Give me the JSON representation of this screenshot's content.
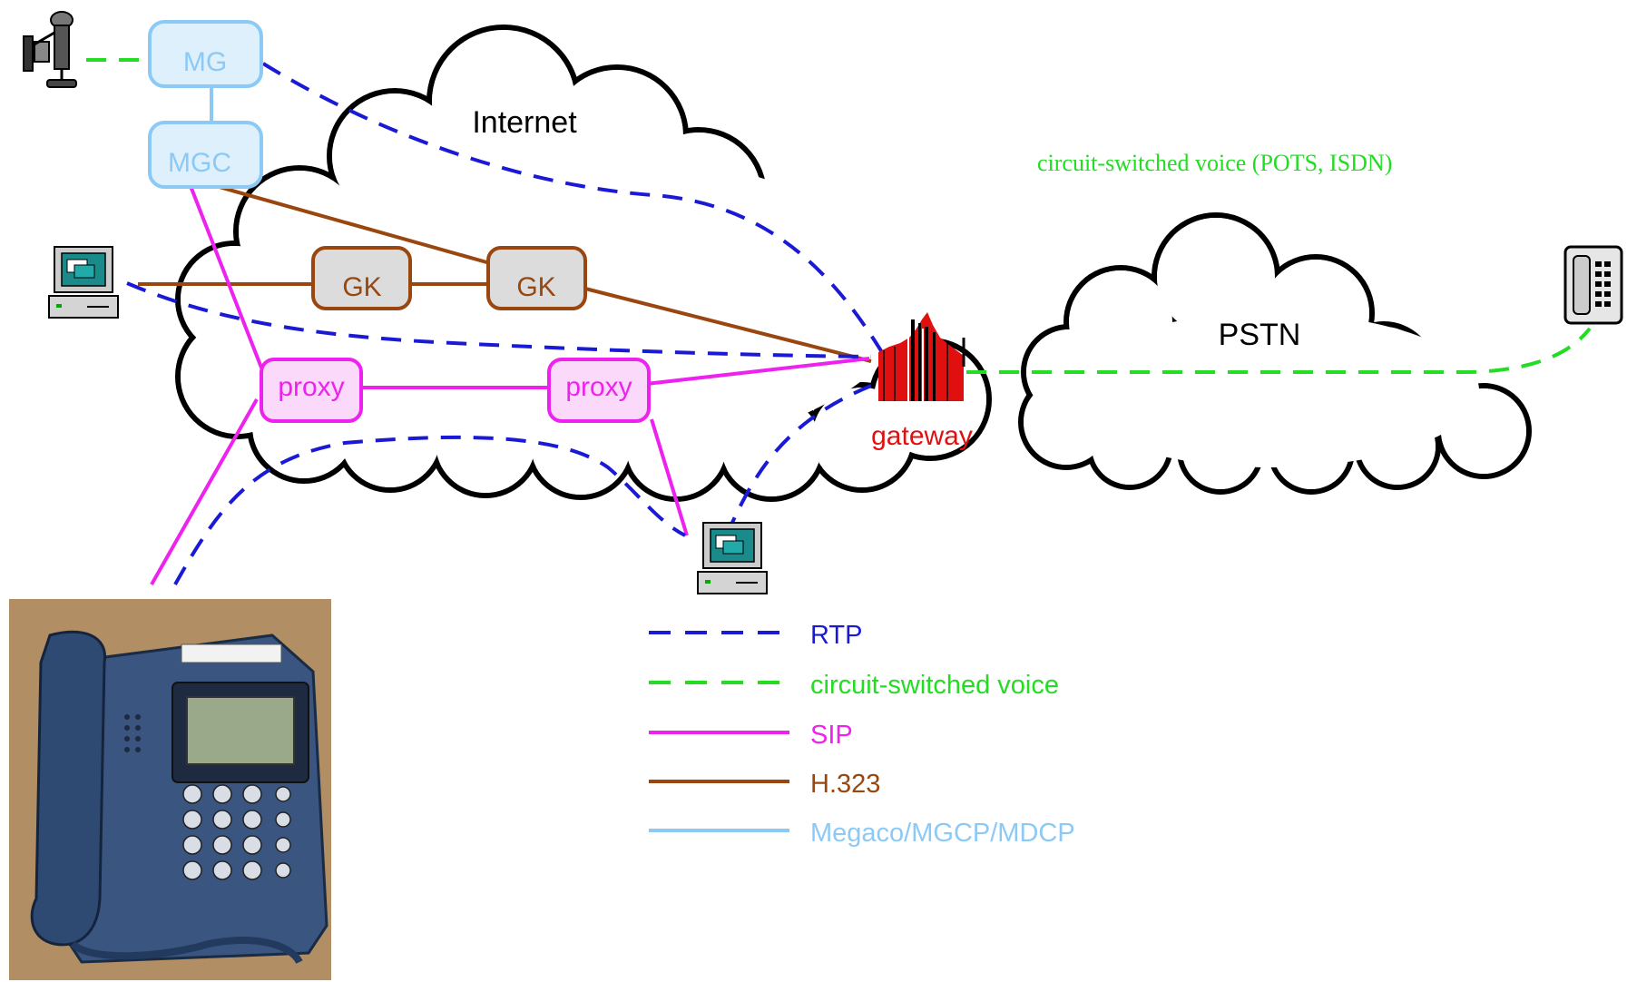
{
  "colors": {
    "rtp": "#1a1ad6",
    "circuit": "#22dd22",
    "sip": "#ee22ee",
    "h323": "#99460f",
    "megaco": "#8ccaf5",
    "gateway": "#e01010"
  },
  "clouds": {
    "internet": "Internet",
    "pstn": "PSTN"
  },
  "caption": "circuit-switched voice (POTS, ISDN)",
  "nodes": {
    "mg": "MG",
    "mgc": "MGC",
    "gk1": "GK",
    "gk2": "GK",
    "proxy1": "proxy",
    "proxy2": "proxy",
    "gateway": "gateway"
  },
  "devices": [
    "old-telephone-icon",
    "computer-icon",
    "computer-icon",
    "desk-phone-icon",
    "ip-phone-photo"
  ],
  "legend": [
    {
      "label": "RTP",
      "style": "dashed",
      "color": "#1a1ad6"
    },
    {
      "label": "circuit-switched voice",
      "style": "dashed",
      "color": "#22dd22"
    },
    {
      "label": "SIP",
      "style": "solid",
      "color": "#ee22ee"
    },
    {
      "label": "H.323",
      "style": "solid",
      "color": "#99460f"
    },
    {
      "label": "Megaco/MGCP/MDCP",
      "style": "solid",
      "color": "#8ccaf5"
    }
  ]
}
